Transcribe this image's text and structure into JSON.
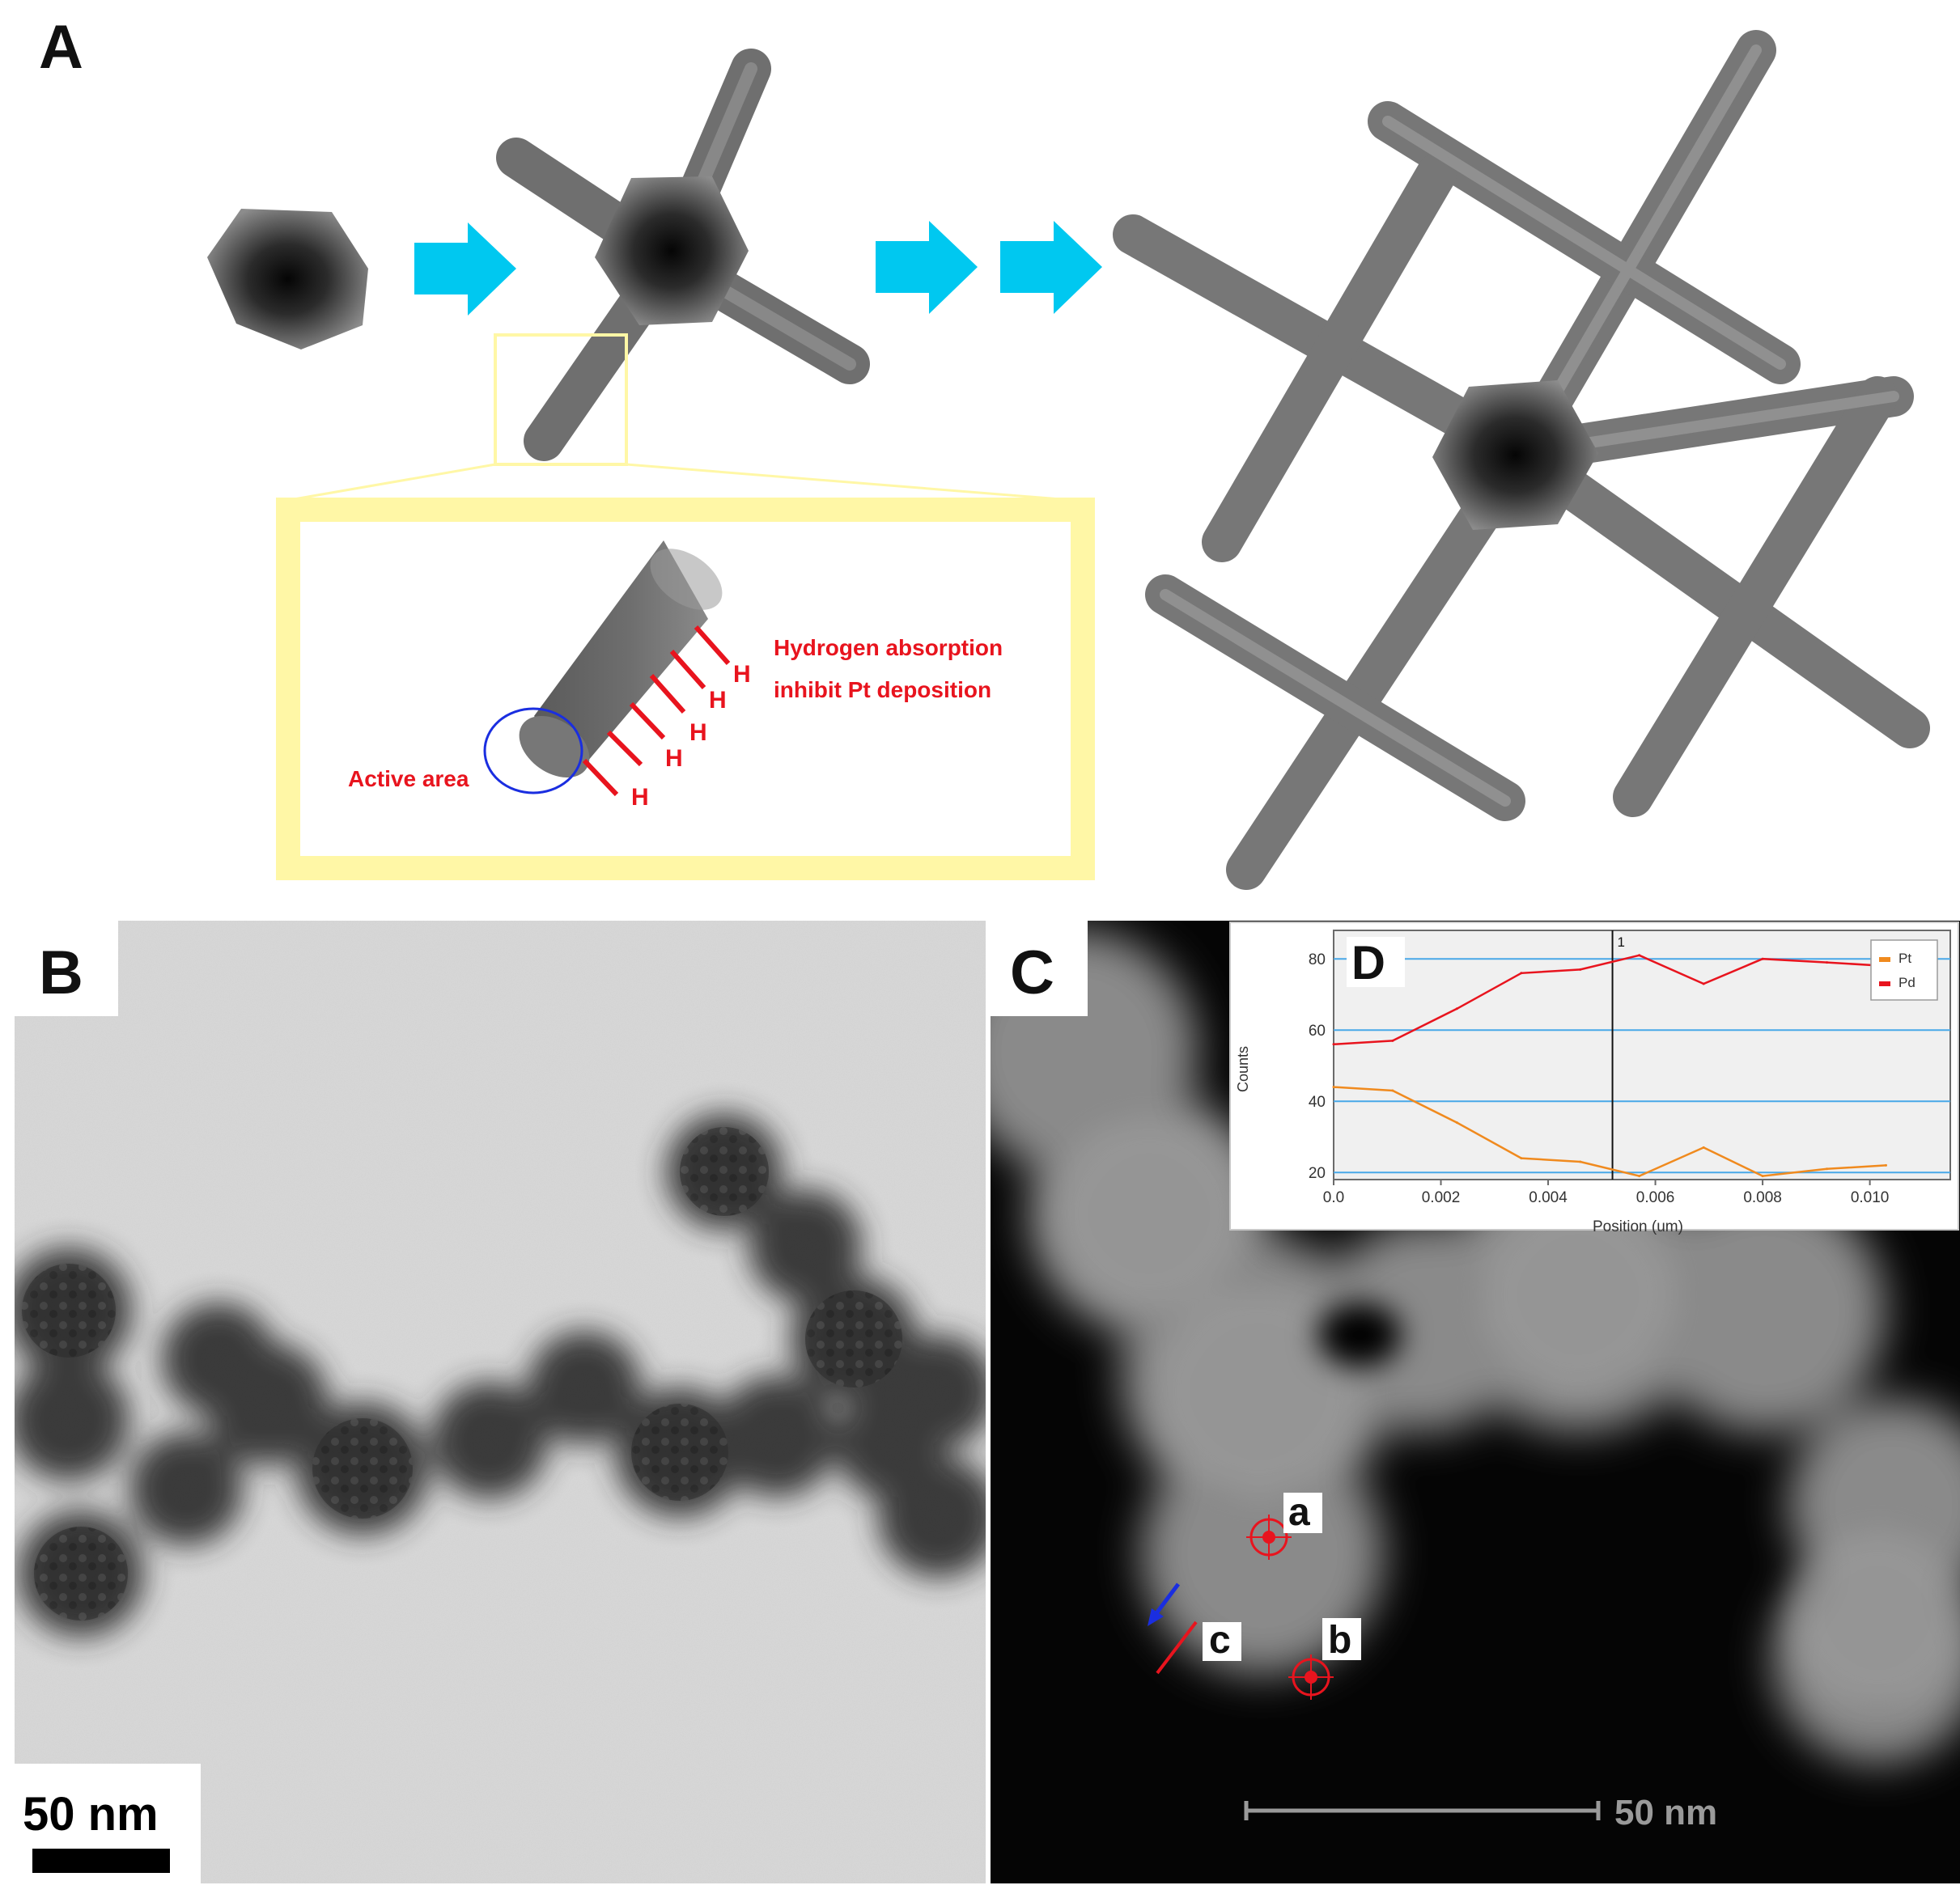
{
  "figure": {
    "panel_a": {
      "label": "A",
      "note_hydrogen": "Hydrogen absorption",
      "note_inhibit": "inhibit Pt deposition",
      "note_active": "Active area",
      "h_atom": "H"
    },
    "panel_b": {
      "label": "B",
      "scale_bar": "50 nm"
    },
    "panel_c": {
      "label": "C",
      "point_a": "a",
      "point_b": "b",
      "line_c": "c",
      "scale_bar": "50 nm"
    },
    "panel_d": {
      "label": "D",
      "cursor_label": "1"
    }
  },
  "colors": {
    "arrow": "#00c8f0",
    "annotation_red": "#e8141e",
    "active_area_ring": "#1a2ee0",
    "zoom_frame": "#fff7a6",
    "rod_gray": "#7b7b7b"
  },
  "chart_data": {
    "type": "line",
    "title": "",
    "xlabel": "Position (um)",
    "ylabel": "Counts",
    "xlim": [
      0,
      0.0115
    ],
    "ylim": [
      18,
      88
    ],
    "x_ticks": [
      "0.0",
      "0.002",
      "0.004",
      "0.006",
      "0.008",
      "0.010"
    ],
    "y_ticks": [
      "20",
      "40",
      "60",
      "80"
    ],
    "grid": "horizontal",
    "legend": "top-right",
    "cursor_x": 0.0052,
    "series": [
      {
        "name": "Pt",
        "color": "#f08a1e",
        "x": [
          0.0,
          0.0011,
          0.0023,
          0.0035,
          0.0046,
          0.0057,
          0.0069,
          0.008,
          0.0092,
          0.0103
        ],
        "y": [
          44,
          43,
          34,
          24,
          23,
          19,
          27,
          19,
          21,
          22
        ]
      },
      {
        "name": "Pd",
        "color": "#e8141e",
        "x": [
          0.0,
          0.0011,
          0.0023,
          0.0035,
          0.0046,
          0.0057,
          0.0069,
          0.008,
          0.0092,
          0.0103
        ],
        "y": [
          56,
          57,
          66,
          76,
          77,
          81,
          73,
          80,
          79,
          78
        ]
      }
    ]
  }
}
